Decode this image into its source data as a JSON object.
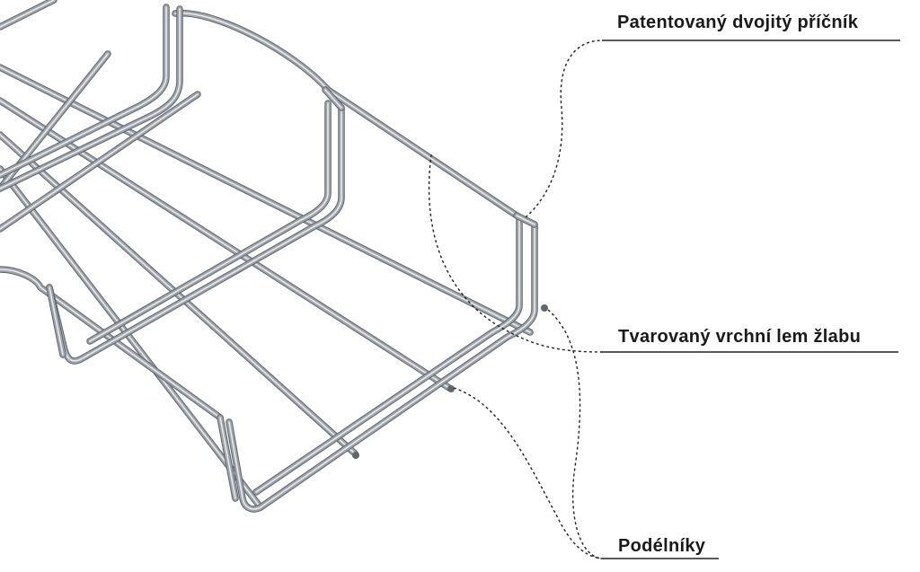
{
  "diagram": {
    "product": "wire mesh cable tray",
    "callouts": [
      {
        "id": "double-crossbar",
        "label": "Patentovaný dvojitý příčník"
      },
      {
        "id": "shaped-top-edge",
        "label": "Tvarovaný vrchní lem žlabu"
      },
      {
        "id": "longitudinal-wires",
        "label": "Podélníky"
      }
    ],
    "colors": {
      "wire": "#9ea4aa",
      "wire_highlight": "#f4f6f8",
      "wire_shadow": "#5f666d",
      "text": "#1a1a1a",
      "leader_line": "#222222"
    }
  }
}
